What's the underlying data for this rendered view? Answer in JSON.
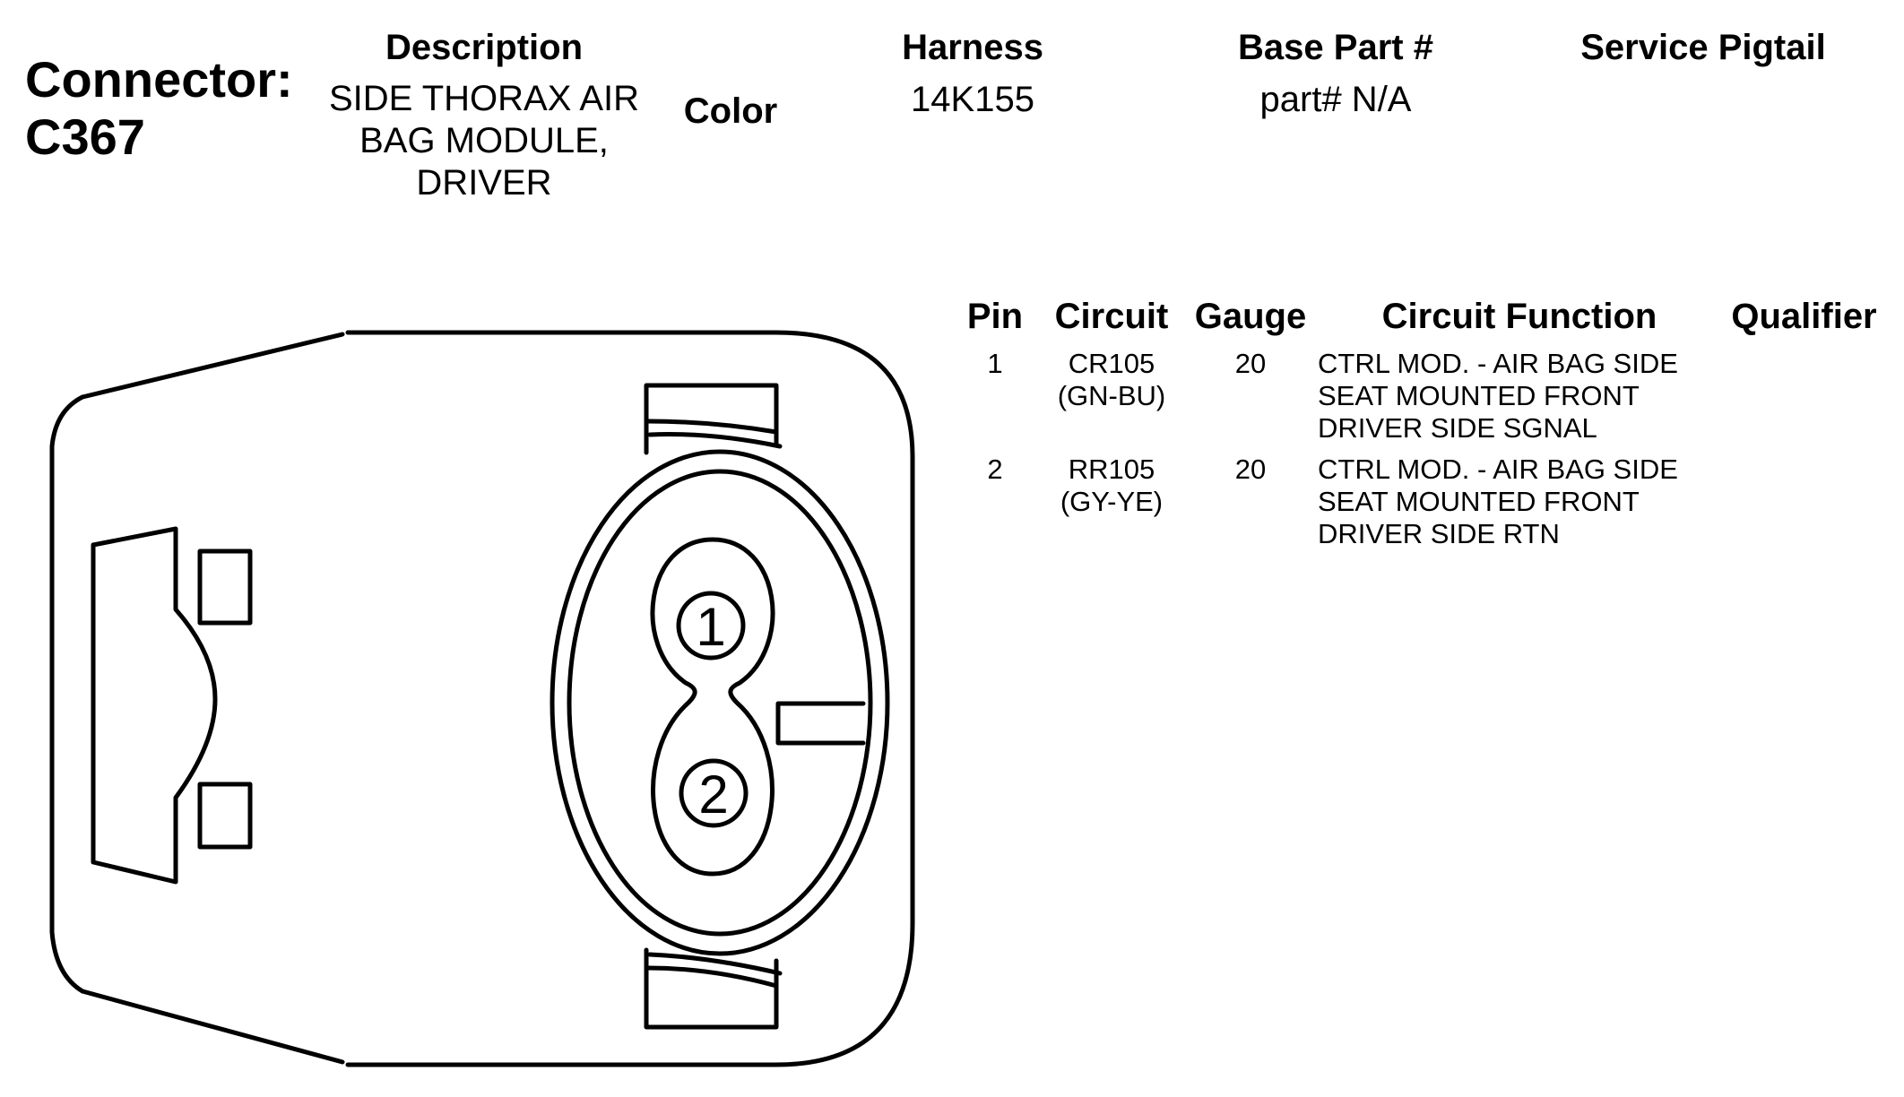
{
  "connector": {
    "label": "Connector:",
    "id": "C367"
  },
  "header": {
    "description_label": "Description",
    "description_value": "SIDE THORAX AIR BAG MODULE, DRIVER",
    "color_label": "Color",
    "harness_label": "Harness",
    "harness_value": "14K155",
    "base_part_label": "Base Part #",
    "base_part_value": "part# N/A",
    "service_pigtail_label": "Service Pigtail"
  },
  "pin_table": {
    "columns": [
      "Pin",
      "Circuit",
      "Gauge",
      "Circuit Function",
      "Qualifier"
    ],
    "rows": [
      {
        "pin": "1",
        "circuit": "CR105",
        "wire_color": "(GN-BU)",
        "gauge": "20",
        "function": "CTRL MOD. - AIR BAG SIDE SEAT MOUNTED FRONT DRIVER SIDE SGNAL",
        "qualifier": ""
      },
      {
        "pin": "2",
        "circuit": "RR105",
        "wire_color": "(GY-YE)",
        "gauge": "20",
        "function": "CTRL MOD. - AIR BAG SIDE SEAT MOUNTED FRONT DRIVER SIDE RTN",
        "qualifier": ""
      }
    ]
  },
  "diagram": {
    "pin_labels": [
      "1",
      "2"
    ],
    "stroke_color": "#000000"
  }
}
